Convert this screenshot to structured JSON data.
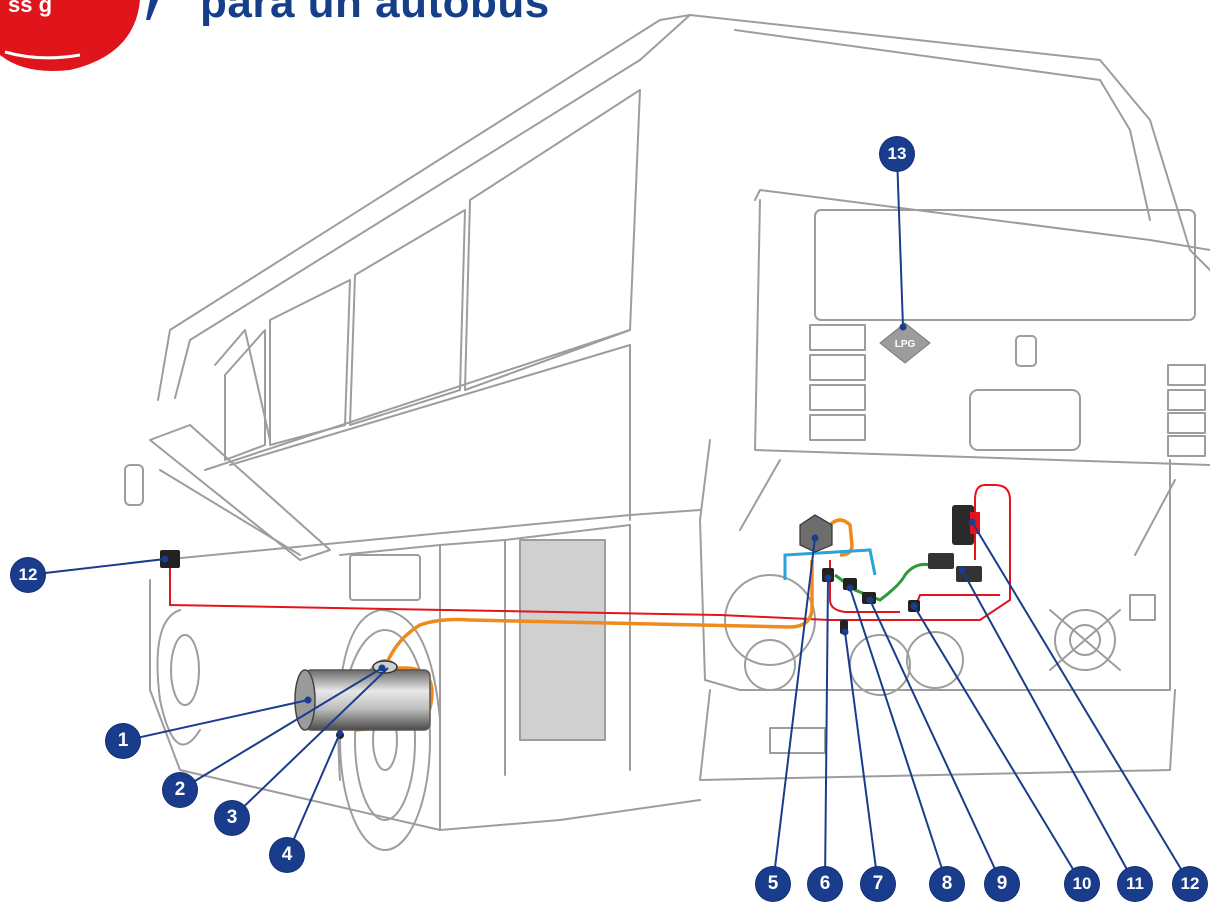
{
  "header": {
    "title": "para un autobus",
    "logo_text": "ss g"
  },
  "plate": {
    "label": "LPG"
  },
  "callouts": [
    {
      "id": "1",
      "label": "1"
    },
    {
      "id": "2",
      "label": "2"
    },
    {
      "id": "3",
      "label": "3"
    },
    {
      "id": "4",
      "label": "4"
    },
    {
      "id": "5",
      "label": "5"
    },
    {
      "id": "6",
      "label": "6"
    },
    {
      "id": "7",
      "label": "7"
    },
    {
      "id": "8",
      "label": "8"
    },
    {
      "id": "9",
      "label": "9"
    },
    {
      "id": "10",
      "label": "10"
    },
    {
      "id": "11",
      "label": "11"
    },
    {
      "id": "12a",
      "label": "12"
    },
    {
      "id": "12b",
      "label": "12"
    },
    {
      "id": "13",
      "label": "13"
    }
  ],
  "colors": {
    "callout": "#1a3c8c",
    "logo_red": "#e0151c",
    "wire_red": "#e3141b",
    "pipe_orange": "#f08a1c",
    "pipe_green": "#2e9a3a",
    "pipe_blue": "#2aa3dc",
    "outline": "#9a9a9a"
  }
}
